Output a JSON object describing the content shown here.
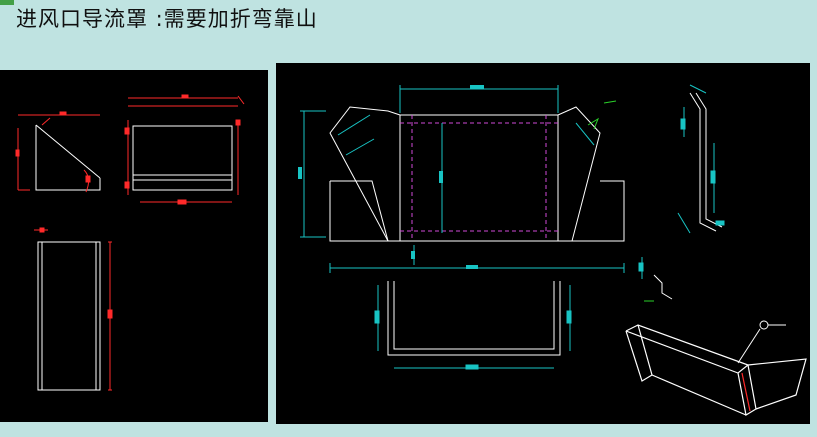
{
  "header": {
    "title": "进风口导流罩",
    "separator": " :",
    "subtitle": "需要加折弯靠山"
  },
  "colors": {
    "background": "#bfe3e1",
    "panel": "#000000",
    "outline": "#ffffff",
    "dimension_red": "#ff2a2a",
    "dimension_cyan": "#18c4c4",
    "centerline_magenta": "#d04ad8",
    "note_green": "#2ad02a",
    "accent": "#43a047"
  },
  "icons": {
    "accent_tab": "green-corner-tab",
    "note_arrow": "leader-arrow-icon"
  }
}
